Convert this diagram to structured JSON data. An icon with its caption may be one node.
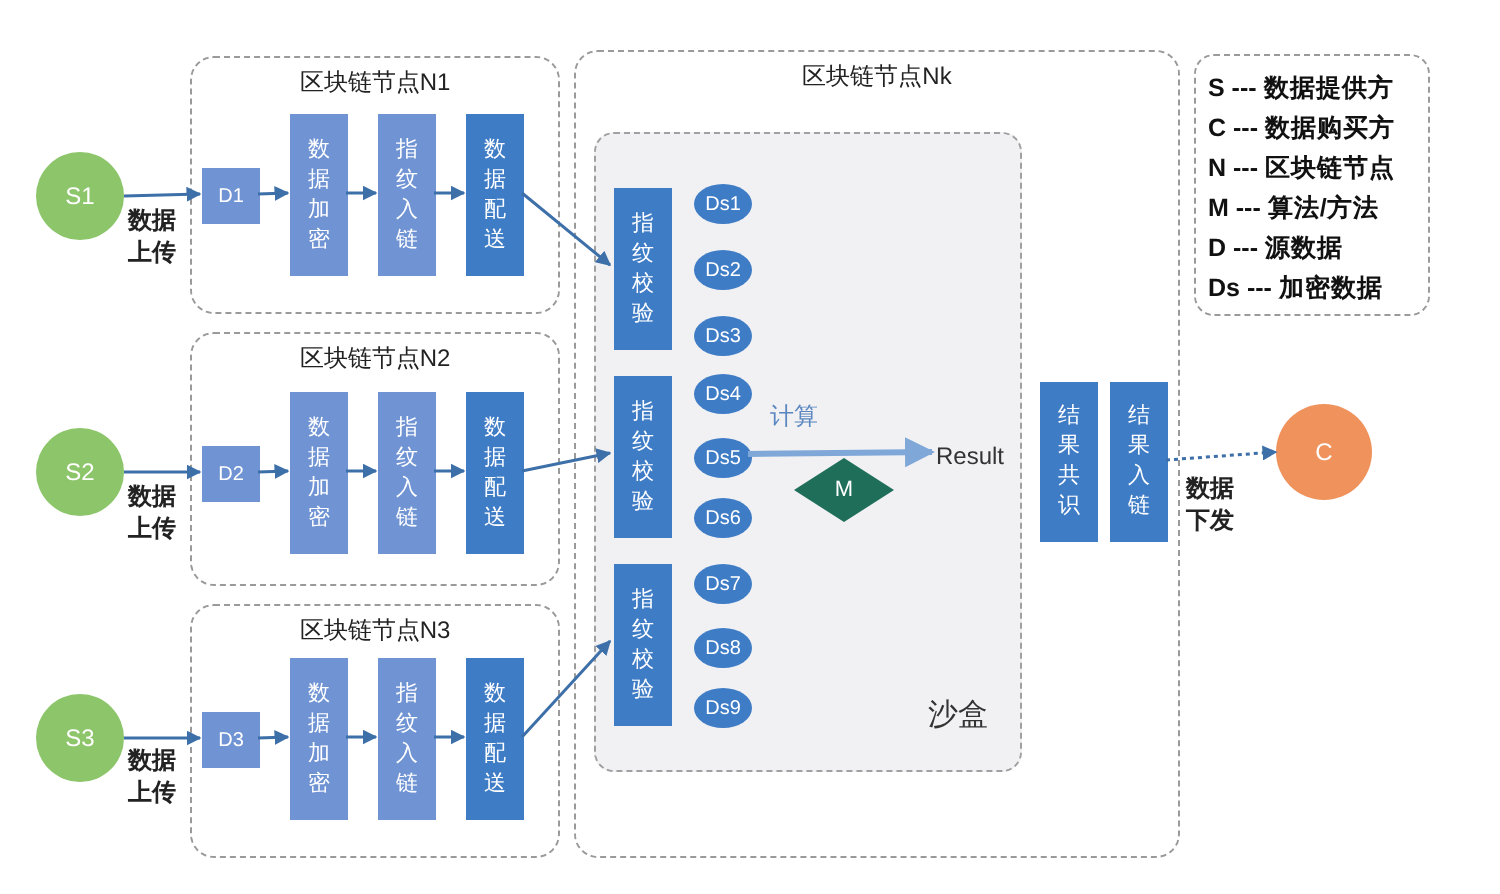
{
  "diagram": {
    "nodes": [
      {
        "text": [
          "区块链节点N1"
        ]
      },
      {
        "text": [
          "D1"
        ],
        "in": 0
      },
      {
        "text": [
          "数据加密"
        ],
        "in": 0
      },
      {
        "text": [
          "指纹入链"
        ],
        "in": 0
      },
      {
        "text": [
          "数据配送"
        ],
        "in": 0
      },
      {
        "text": [
          "区块链节点N2"
        ]
      },
      {
        "text": [
          "D2"
        ],
        "in": 5
      },
      {
        "text": [
          "数据加密"
        ],
        "in": 5
      },
      {
        "text": [
          "指纹入链"
        ],
        "in": 5
      },
      {
        "text": [
          "数据配送"
        ],
        "in": 5
      },
      {
        "text": [
          "区块链节点N3"
        ]
      },
      {
        "text": [
          "D3"
        ],
        "in": 10
      },
      {
        "text": [
          "数据加密"
        ],
        "in": 10
      },
      {
        "text": [
          "指纹入链"
        ],
        "in": 10
      },
      {
        "text": [
          "数据配送"
        ],
        "in": 10
      },
      {
        "text": [
          "S1"
        ]
      },
      {
        "text": [
          "S2"
        ]
      },
      {
        "text": [
          "S3"
        ]
      },
      {
        "text": [
          "区块链节点Nk"
        ]
      },
      {
        "text": [
          "沙盒"
        ],
        "in": 18
      },
      {
        "text": [
          "指纹校验"
        ],
        "in": 19
      },
      {
        "text": [
          "Ds1"
        ],
        "in": 19
      },
      {
        "text": [
          "Ds2"
        ],
        "in": 19
      },
      {
        "text": [
          "Ds3"
        ],
        "in": 19
      },
      {
        "text": [
          "指纹校验"
        ],
        "in": 19
      },
      {
        "text": [
          "Ds4"
        ],
        "in": 19
      },
      {
        "text": [
          "Ds5"
        ],
        "in": 19
      },
      {
        "text": [
          "Ds6"
        ],
        "in": 19
      },
      {
        "text": [
          "指纹校验"
        ],
        "in": 19
      },
      {
        "text": [
          "Ds7"
        ],
        "in": 19
      },
      {
        "text": [
          "Ds8"
        ],
        "in": 19
      },
      {
        "text": [
          "Ds9"
        ],
        "in": 19
      },
      {
        "text": [
          "M"
        ],
        "in": 19
      },
      {
        "text": [
          "Result"
        ],
        "in": 19
      },
      {
        "text": [
          "结果共识"
        ],
        "in": 18
      },
      {
        "text": [
          "结果入链"
        ],
        "in": 18
      },
      {
        "text": [
          "C"
        ]
      },
      {
        "text": [
          "S --- 数据提供方",
          "C --- 数据购买方",
          "N --- 区块链节点",
          "M --- 算法/方法",
          "D --- 源数据",
          "Ds --- 加密数据"
        ]
      }
    ],
    "edges": [
      {
        "from": 15,
        "to": 1,
        "arrow": "to",
        "label": "数据上传"
      },
      {
        "from": 1,
        "to": 2,
        "arrow": "to"
      },
      {
        "from": 2,
        "to": 3,
        "arrow": "to"
      },
      {
        "from": 3,
        "to": 4,
        "arrow": "to"
      },
      {
        "from": 16,
        "to": 6,
        "arrow": "to",
        "label": "数据上传"
      },
      {
        "from": 6,
        "to": 7,
        "arrow": "to"
      },
      {
        "from": 7,
        "to": 8,
        "arrow": "to"
      },
      {
        "from": 8,
        "to": 9,
        "arrow": "to"
      },
      {
        "from": 17,
        "to": 11,
        "arrow": "to",
        "label": "数据上传"
      },
      {
        "from": 11,
        "to": 12,
        "arrow": "to"
      },
      {
        "from": 12,
        "to": 13,
        "arrow": "to"
      },
      {
        "from": 13,
        "to": 14,
        "arrow": "to"
      },
      {
        "from": 4,
        "to": 20,
        "arrow": "to"
      },
      {
        "from": 9,
        "to": 24,
        "arrow": "to"
      },
      {
        "from": 14,
        "to": 28,
        "arrow": "to"
      },
      {
        "from": 26,
        "to": 33,
        "arrow": "to",
        "label": "计算",
        "style": "thick",
        "color": "#7fa7d8"
      },
      {
        "from": 35,
        "to": 36,
        "arrow": "to",
        "label": "数据下发",
        "style": "dashed"
      }
    ]
  }
}
